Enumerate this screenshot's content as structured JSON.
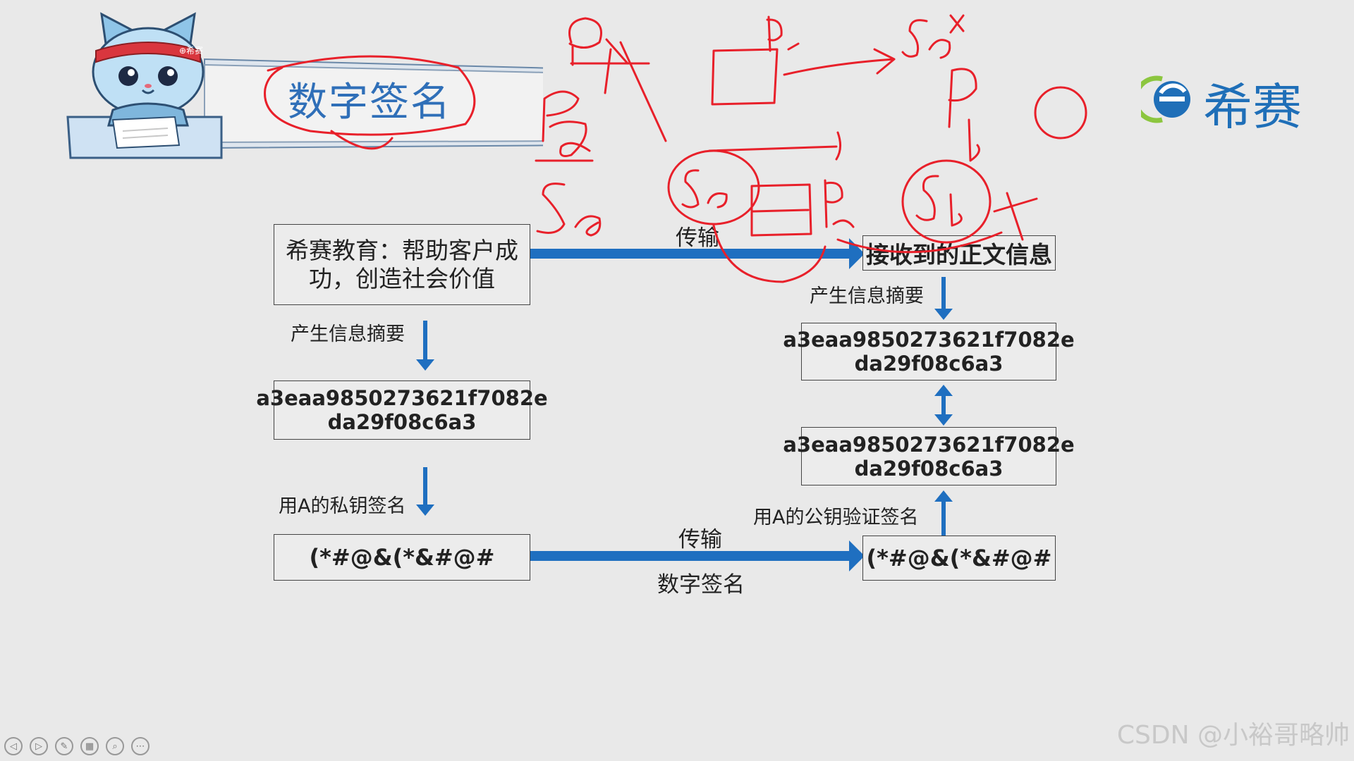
{
  "slide": {
    "title": "数字签名",
    "brand": "希赛",
    "watermark": "CSDN @小裕哥略帅",
    "mascot_band_text": "⊕希赛"
  },
  "sender": {
    "message_lines": [
      "希赛教育：帮助客户成",
      "功，创造社会价值"
    ],
    "digest_label": "产生信息摘要",
    "digest_lines": [
      "a3eaa9850273621f7082e",
      "da29f08c6a3"
    ],
    "sign_label": "用A的私钥签名",
    "signature": "(*#@&(*&#@#"
  },
  "receiver": {
    "received_text": "接收到的正文信息",
    "digest_label": "产生信息摘要",
    "digest1_lines": [
      "a3eaa9850273621f7082e",
      "da29f08c6a3"
    ],
    "digest2_lines": [
      "a3eaa9850273621f7082e",
      "da29f08c6a3"
    ],
    "verify_label": "用A的公钥验证签名",
    "signature": "(*#@&(*&#@#"
  },
  "transfer": {
    "top_label": "传输",
    "bottom_label": "传输",
    "bottom_sublabel": "数字签名"
  },
  "colors": {
    "arrow": "#1f6fc0",
    "title": "#2f6fb8",
    "annotation": "#e8202a",
    "brand_green": "#8cc63f"
  },
  "icons": [
    "cat-mascot-icon",
    "brand-logo-icon",
    "prev-icon",
    "next-icon",
    "pen-icon",
    "slides-icon",
    "zoom-icon",
    "more-icon"
  ]
}
